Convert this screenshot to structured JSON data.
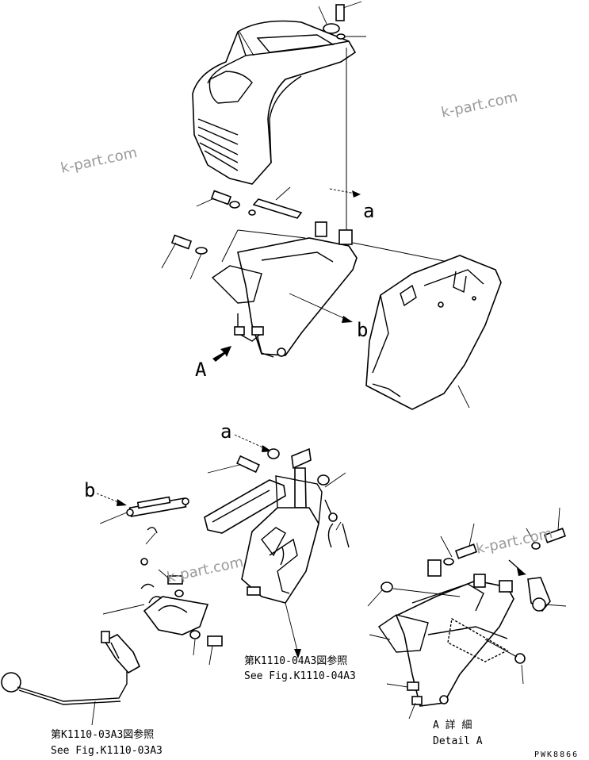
{
  "callouts": {
    "a_top": "a",
    "b_top": "b",
    "view_a": "A",
    "a_bottom": "a",
    "b_bottom": "b"
  },
  "references": {
    "ref_04a3_jp": "第K1110-04A3図参照",
    "ref_04a3_en": "See Fig.K1110-04A3",
    "ref_03a3_jp": "第K1110-03A3図参照",
    "ref_03a3_en": "See Fig.K1110-03A3"
  },
  "detail": {
    "jp": "A 詳 細",
    "en": "Detail A"
  },
  "drawing_code": "PWK8866",
  "watermarks": [
    "k-part.com",
    "k-part.com",
    "k-part.com",
    "k-part.com"
  ]
}
